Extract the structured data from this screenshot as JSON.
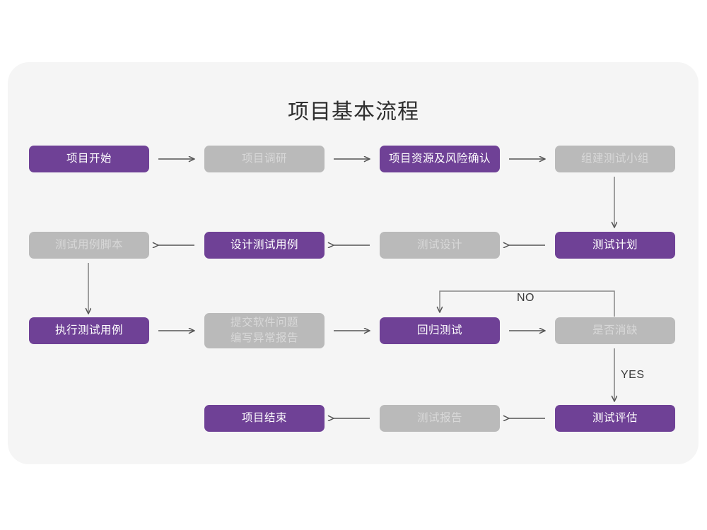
{
  "page": {
    "title": "项目基本流程",
    "background_color": "#ffffff",
    "card_color": "#f5f5f5"
  },
  "theme": {
    "purple": "#6f4196",
    "gray": "#bababa",
    "purple_text": "#ffffff",
    "gray_text": "#d8d8d8",
    "arrow_color": "#555555"
  },
  "chart_data": {
    "type": "diagram",
    "title": "项目基本流程",
    "nodes": [
      {
        "id": "n1",
        "label": "项目开始",
        "style": "purple",
        "row": 1,
        "col": 1
      },
      {
        "id": "n2",
        "label": "项目调研",
        "style": "gray",
        "row": 1,
        "col": 2
      },
      {
        "id": "n3",
        "label": "项目资源及风险确认",
        "style": "purple",
        "row": 1,
        "col": 3
      },
      {
        "id": "n4",
        "label": "组建测试小组",
        "style": "gray",
        "row": 1,
        "col": 4
      },
      {
        "id": "n5",
        "label": "测试用例脚本",
        "style": "gray",
        "row": 2,
        "col": 1
      },
      {
        "id": "n6",
        "label": "设计测试用例",
        "style": "purple",
        "row": 2,
        "col": 2
      },
      {
        "id": "n7",
        "label": "测试设计",
        "style": "gray",
        "row": 2,
        "col": 3
      },
      {
        "id": "n8",
        "label": "测试计划",
        "style": "purple",
        "row": 2,
        "col": 4
      },
      {
        "id": "n9",
        "label": "执行测试用例",
        "style": "purple",
        "row": 3,
        "col": 1
      },
      {
        "id": "n10",
        "label": "提交软件问题\n编写异常报告",
        "style": "gray",
        "row": 3,
        "col": 2
      },
      {
        "id": "n11",
        "label": "回归测试",
        "style": "purple",
        "row": 3,
        "col": 3
      },
      {
        "id": "n12",
        "label": "是否消缺",
        "style": "gray",
        "row": 3,
        "col": 4
      },
      {
        "id": "n13",
        "label": "项目结束",
        "style": "purple",
        "row": 4,
        "col": 2
      },
      {
        "id": "n14",
        "label": "测试报告",
        "style": "gray",
        "row": 4,
        "col": 3
      },
      {
        "id": "n15",
        "label": "测试评估",
        "style": "purple",
        "row": 4,
        "col": 4
      }
    ],
    "edges": [
      {
        "from": "n1",
        "to": "n2",
        "direction": "right",
        "label": ""
      },
      {
        "from": "n2",
        "to": "n3",
        "direction": "right",
        "label": ""
      },
      {
        "from": "n3",
        "to": "n4",
        "direction": "right",
        "label": ""
      },
      {
        "from": "n4",
        "to": "n8",
        "direction": "down",
        "label": ""
      },
      {
        "from": "n8",
        "to": "n7",
        "direction": "left",
        "label": ""
      },
      {
        "from": "n7",
        "to": "n6",
        "direction": "left",
        "label": ""
      },
      {
        "from": "n6",
        "to": "n5",
        "direction": "left",
        "label": ""
      },
      {
        "from": "n5",
        "to": "n9",
        "direction": "down",
        "label": ""
      },
      {
        "from": "n9",
        "to": "n10",
        "direction": "right",
        "label": ""
      },
      {
        "from": "n10",
        "to": "n11",
        "direction": "right",
        "label": ""
      },
      {
        "from": "n11",
        "to": "n12",
        "direction": "right",
        "label": ""
      },
      {
        "from": "n12",
        "to": "n11",
        "direction": "loop-up-left",
        "label": "NO"
      },
      {
        "from": "n12",
        "to": "n15",
        "direction": "down",
        "label": "YES"
      },
      {
        "from": "n15",
        "to": "n14",
        "direction": "left",
        "label": ""
      },
      {
        "from": "n14",
        "to": "n13",
        "direction": "left",
        "label": ""
      }
    ],
    "edge_labels": [
      {
        "id": "lbl-no",
        "text": "NO"
      },
      {
        "id": "lbl-yes",
        "text": "YES"
      }
    ]
  }
}
